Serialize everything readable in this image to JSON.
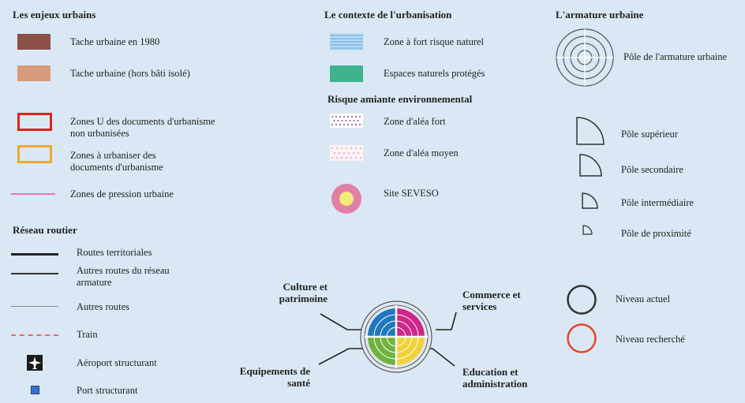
{
  "colors": {
    "background": "#d9e8f4",
    "tache_1980": "#8b5047",
    "tache_urbaine": "#d99a7c",
    "zones_u": "#e2231a",
    "zones_au": "#f0a830",
    "pression": "#e878b0",
    "risque_naturel": "#7fb8e3",
    "espaces_naturels": "#3fb38c",
    "seveso_outer": "#e27fa6",
    "seveso_inner": "#f2ec7a",
    "train": "#e86b6b",
    "port": "#3b6fcf",
    "niveau_actuel": "#333333",
    "niveau_recherche": "#e8432c",
    "culture": "#1e78c0",
    "commerce": "#d0258a",
    "sante": "#6fb33f",
    "education": "#f2d23a"
  },
  "enjeux": {
    "title": "Les enjeux urbains",
    "tache_1980": "Tache urbaine en 1980",
    "tache_urbaine": "Tache urbaine (hors bâti isolé)",
    "zones_u_1": "Zones U des documents d'urbanisme",
    "zones_u_2": "non urbanisées",
    "zones_au_1": "Zones à urbaniser des",
    "zones_au_2": "documents d'urbanisme",
    "pression": "Zones de pression urbaine"
  },
  "reseau": {
    "title": "Réseau routier",
    "routes_territoriales": "Routes territoriales",
    "autres_armature_1": "Autres routes du réseau",
    "autres_armature_2": "armature",
    "autres_routes": "Autres routes",
    "train": "Train",
    "aeroport": "Aéroport structurant",
    "port": "Port structurant"
  },
  "contexte": {
    "title": "Le contexte de l'urbanisation",
    "risque_naturel": "Zone à fort risque naturel",
    "espaces_naturels": "Espaces naturels protégés",
    "amiante_title": "Risque amiante environnemental",
    "alea_fort": "Zone d'aléa fort",
    "alea_moyen": "Zone d'aléa moyen",
    "seveso": "Site SEVESO"
  },
  "armature": {
    "title": "L'armature urbaine",
    "pole": "Pôle de l'armature urbaine",
    "superieur": "Pôle supérieur",
    "secondaire": "Pôle secondaire",
    "intermediaire": "Pôle intermédiaire",
    "proximite": "Pôle de proximité",
    "niveau_actuel": "Niveau actuel",
    "niveau_recherche": "Niveau recherché"
  },
  "equipements": {
    "culture_1": "Culture et",
    "culture_2": "patrimoine",
    "commerce_1": "Commerce et",
    "commerce_2": "services",
    "sante_1": "Equipements de",
    "sante_2": "santé",
    "education_1": "Education et",
    "education_2": "administration"
  }
}
